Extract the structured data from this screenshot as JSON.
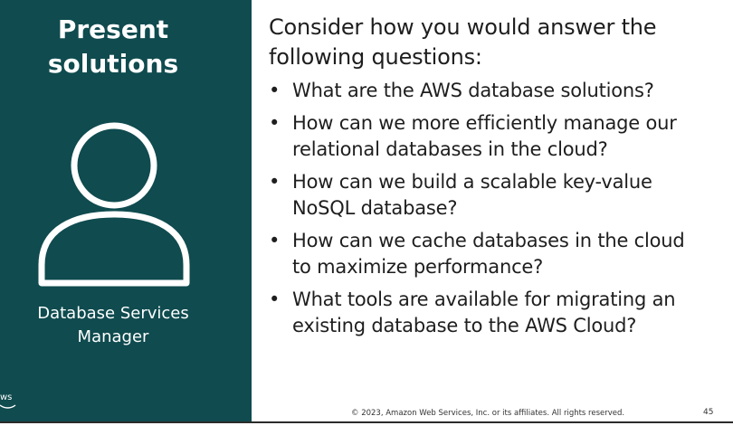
{
  "left_panel": {
    "title_lines": [
      "Present",
      "solutions"
    ],
    "role_lines": [
      "Database Services",
      "Manager"
    ],
    "logo_text": "ws",
    "background_color": "#0f4b4f"
  },
  "content": {
    "intro_lines": [
      "Consider how you would answer the",
      "following questions:"
    ],
    "bullets": [
      {
        "lines": [
          "What are the AWS database solutions?"
        ]
      },
      {
        "lines": [
          "How can we more efficiently manage our",
          "relational databases in the cloud?"
        ]
      },
      {
        "lines": [
          "How can we build a scalable key-value",
          "NoSQL database?"
        ]
      },
      {
        "lines": [
          "How can we cache databases in the cloud",
          "to maximize performance?"
        ]
      },
      {
        "lines": [
          "What tools are available for migrating an",
          "existing database to the AWS Cloud?"
        ]
      }
    ],
    "bullet_symbol": "•"
  },
  "footer": {
    "copyright": "© 2023, Amazon Web Services, Inc. or its affiliates. All rights reserved.",
    "page_number": "45"
  }
}
